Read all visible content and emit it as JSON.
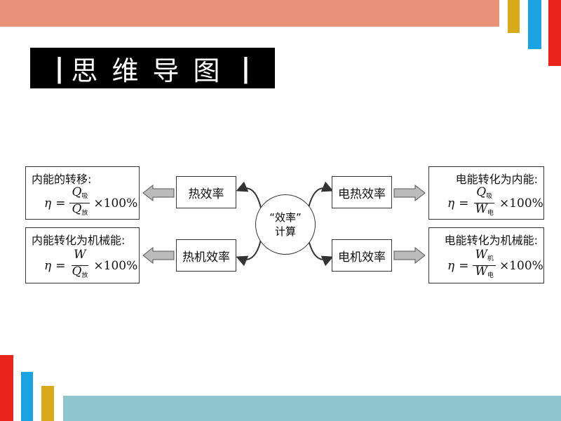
{
  "title": {
    "pipe_left": "|",
    "text": "思维导图",
    "pipe_right": "|"
  },
  "center": {
    "line1": "“效率”",
    "line2": "计算"
  },
  "nodes": {
    "heat_eff": "热效率",
    "heat_engine_eff": "热机效率",
    "electric_heat_eff": "电热效率",
    "motor_eff": "电机效率"
  },
  "formulas": {
    "internal_transfer": {
      "heading": "内能的转移:",
      "eta": "η",
      "equals": "=",
      "num_var": "Q",
      "num_sub": "吸",
      "den_var": "Q",
      "den_sub": "放",
      "times": "×100%"
    },
    "internal_to_mechanical": {
      "heading": "内能转化为机械能:",
      "eta": "η",
      "equals": "=",
      "num_var": "W",
      "num_sub": "",
      "den_var": "Q",
      "den_sub": "放",
      "times": "×100%"
    },
    "electric_to_internal": {
      "heading": "电能转化为内能:",
      "eta": "η",
      "equals": "=",
      "num_var": "Q",
      "num_sub": "吸",
      "den_var": "W",
      "den_sub": "电",
      "times": "×100%"
    },
    "electric_to_mechanical": {
      "heading": "电能转化为机械能:",
      "eta": "η",
      "equals": "=",
      "num_var": "W",
      "num_sub": "机",
      "den_var": "W",
      "den_sub": "电",
      "times": "×100%"
    }
  },
  "colors": {
    "top_band": "#e8927a",
    "bottom_band": "#8fc5cd",
    "accent_yellow": "#d9a91c",
    "accent_blue": "#1aa3e0",
    "accent_red": "#e8241c",
    "arrow_gray": "#999999"
  }
}
